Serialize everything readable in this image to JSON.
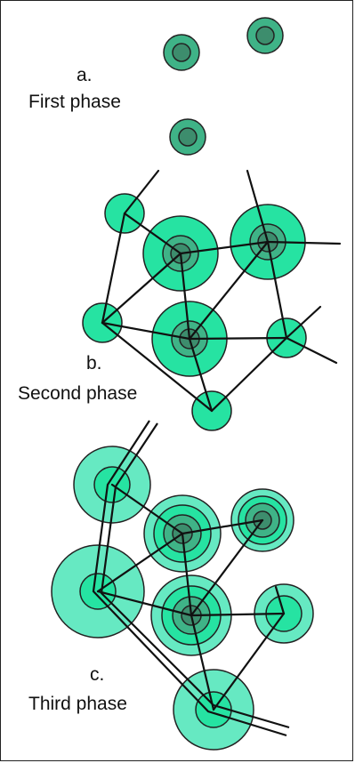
{
  "colors": {
    "bright": "#26e3a2",
    "mid": "#3fb387",
    "dark": "#3d8d6d",
    "pale": "#66e9c2",
    "line": "#111111"
  },
  "phases": [
    {
      "letter": "a.",
      "name": "First phase"
    },
    {
      "letter": "b.",
      "name": "Second phase"
    },
    {
      "letter": "c.",
      "name": "Third phase"
    }
  ]
}
